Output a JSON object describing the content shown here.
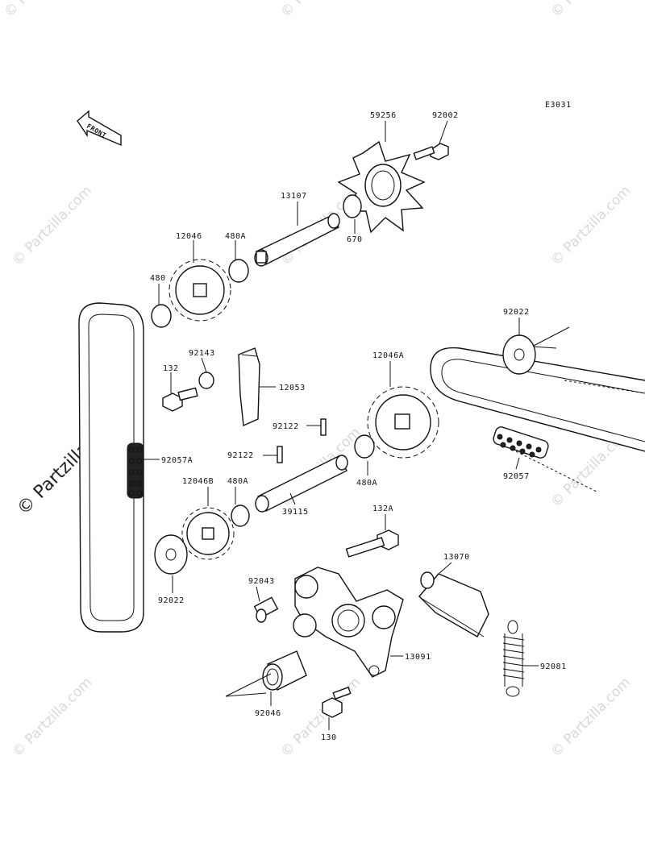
{
  "diagram_code": "E3031",
  "front_label": "FRONT",
  "watermark": "© Partzilla.com",
  "labels": [
    {
      "id": "59256",
      "text": "59256"
    },
    {
      "id": "92002",
      "text": "92002"
    },
    {
      "id": "13107",
      "text": "13107"
    },
    {
      "id": "670",
      "text": "670"
    },
    {
      "id": "12046",
      "text": "12046"
    },
    {
      "id": "480A-top",
      "text": "480A"
    },
    {
      "id": "480",
      "text": "480"
    },
    {
      "id": "92022-right",
      "text": "92022"
    },
    {
      "id": "12046A",
      "text": "12046A"
    },
    {
      "id": "92143",
      "text": "92143"
    },
    {
      "id": "132",
      "text": "132"
    },
    {
      "id": "12053",
      "text": "12053"
    },
    {
      "id": "92122-a",
      "text": "92122"
    },
    {
      "id": "92122-b",
      "text": "92122"
    },
    {
      "id": "92057A",
      "text": "92057A"
    },
    {
      "id": "12046B",
      "text": "12046B"
    },
    {
      "id": "480A-mid",
      "text": "480A"
    },
    {
      "id": "480A-right",
      "text": "480A"
    },
    {
      "id": "39115",
      "text": "39115"
    },
    {
      "id": "92057",
      "text": "92057"
    },
    {
      "id": "132A",
      "text": "132A"
    },
    {
      "id": "13070",
      "text": "13070"
    },
    {
      "id": "92043",
      "text": "92043"
    },
    {
      "id": "92022-left",
      "text": "92022"
    },
    {
      "id": "13091",
      "text": "13091"
    },
    {
      "id": "92081",
      "text": "92081"
    },
    {
      "id": "92046",
      "text": "92046"
    },
    {
      "id": "130",
      "text": "130"
    }
  ]
}
